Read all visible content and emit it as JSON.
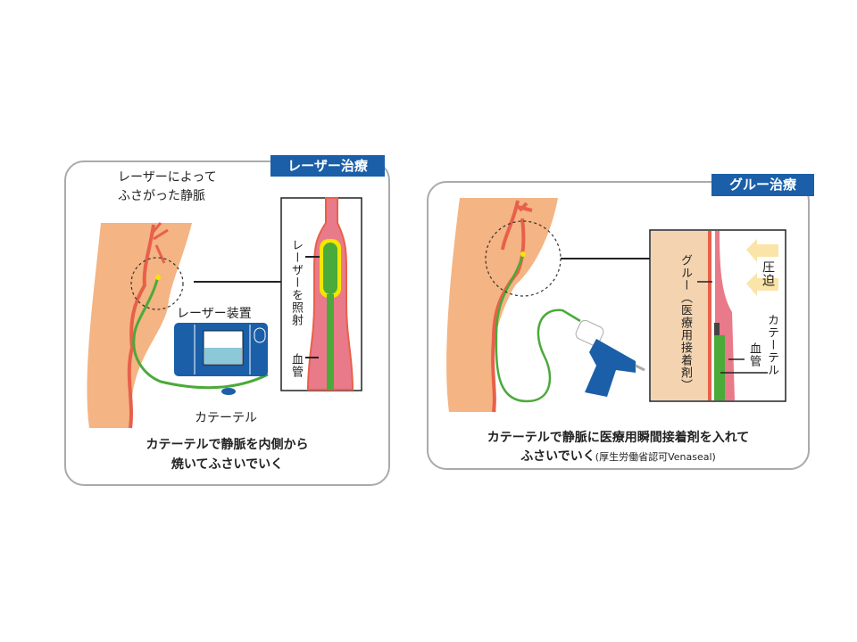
{
  "laser": {
    "badge": "レーザー治療",
    "title_line1": "レーザーによって",
    "title_line2": "ふさがった静脈",
    "device_label": "レーザー装置",
    "catheter_label": "カテーテル",
    "inset_laser_label": "レーザーを照射",
    "inset_vessel_label": "血管",
    "caption_line1": "カテーテルで静脈を内側から",
    "caption_line2": "焼いてふさいでいく"
  },
  "glue": {
    "badge": "グルー治療",
    "inset_glue_label": "グルー（医療用接着剤）",
    "inset_pressure_label": "圧迫",
    "inset_catheter_label": "カテーテル",
    "inset_vessel_label": "血管",
    "caption_line1": "カテーテルで静脈に医療用瞬間接着剤を入れて",
    "caption_line2": "ふさいでいく",
    "caption_note": "(厚生労働省認可Venaseal)"
  },
  "colors": {
    "badge": "#1a5fa8",
    "skin": "#f4b483",
    "vein": "#e8604a",
    "catheter": "#4aaa3a",
    "laser": "#f5e600",
    "vessel": "#e87a8a"
  }
}
